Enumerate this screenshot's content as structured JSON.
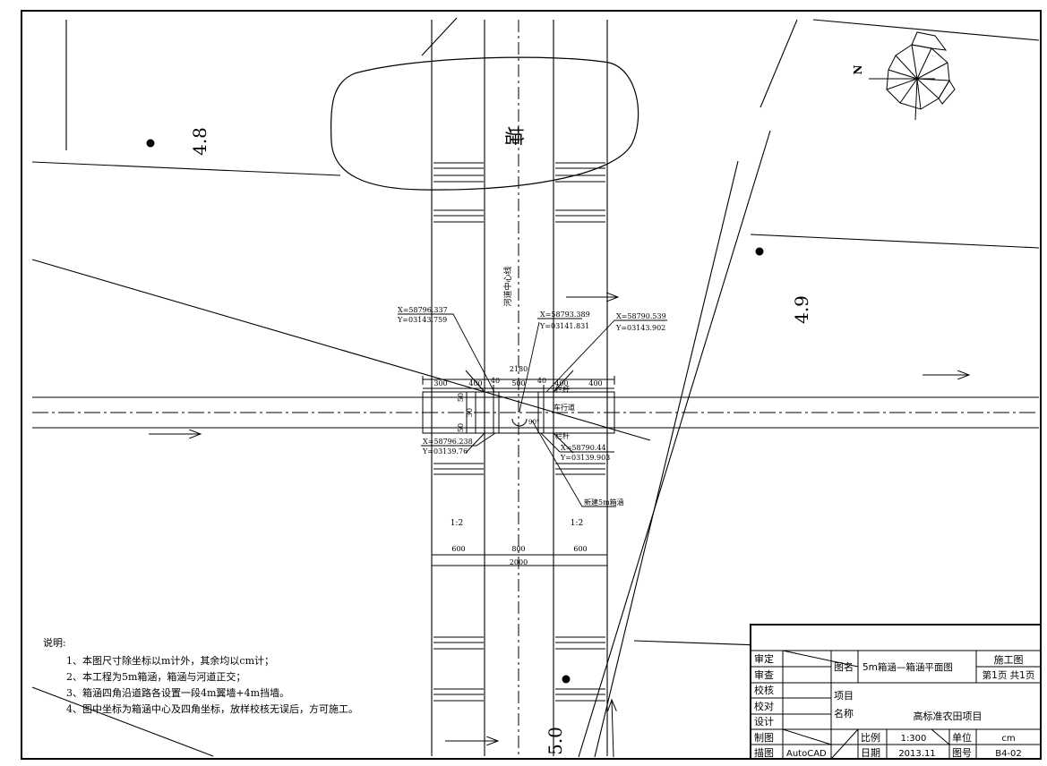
{
  "drawing": {
    "elevations": {
      "left": "4.8",
      "right": "4.9",
      "bottom": "5.0"
    },
    "pond_label": "塘",
    "river_centerline": "河道中心线",
    "north": "N",
    "coords": {
      "top_left": {
        "x": "X=58796.337",
        "y": "Y=03143.759"
      },
      "top_mid": {
        "x": "X=58793.389",
        "y": "Y=03141.831"
      },
      "top_right": {
        "x": "X=58790.539",
        "y": "Y=03143.902"
      },
      "bottom_left": {
        "x": "X=58796.238",
        "y": "Y=03139.76"
      },
      "bottom_right": {
        "x": "X=58790.44",
        "y": "Y=03139.903"
      }
    },
    "dims_top": {
      "total": "2180",
      "d1": "300",
      "d2": "400",
      "d3": "40",
      "d4": "500",
      "d5": "40",
      "d6": "400",
      "d7": "400"
    },
    "dims_side": {
      "s1": "50",
      "s2": "30",
      "s3": "50"
    },
    "labels": {
      "railing_top": "栏杆",
      "carriageway": "车行道",
      "railing_bottom": "栏杆",
      "new_culvert": "新建5m箱涵",
      "angle": "90°"
    },
    "slopes": {
      "left": "1:2",
      "right": "1:2"
    },
    "dims_bottom": {
      "d1": "600",
      "d2": "800",
      "d3": "600",
      "total": "2000"
    }
  },
  "notes": {
    "title": "说明:",
    "items": [
      "1、本图尺寸除坐标以m计外，其余均以cm计；",
      "2、本工程为5m箱涵，箱涵与河道正交；",
      "3、箱涵四角沿道路各设置一段4m翼墙+4m挡墙。",
      "4、图中坐标为箱涵中心及四角坐标，放样校核无误后，方可施工。"
    ]
  },
  "title_block": {
    "roles": [
      "审定",
      "审查",
      "校核",
      "校对",
      "设计",
      "制图",
      "描图"
    ],
    "drafting_tool": "AutoCAD",
    "drawing_name_label": "图名",
    "drawing_name": "5m箱涵—箱涵平面图",
    "stage": "施工图",
    "page": "第1页 共1页",
    "project_label_1": "项目",
    "project_label_2": "名称",
    "project_name": "高标准农田项目",
    "scale_label": "比例",
    "scale": "1:300",
    "unit_label": "单位",
    "unit": "cm",
    "date_label": "日期",
    "date": "2013.11",
    "number_label": "图号",
    "number": "B4-02"
  }
}
